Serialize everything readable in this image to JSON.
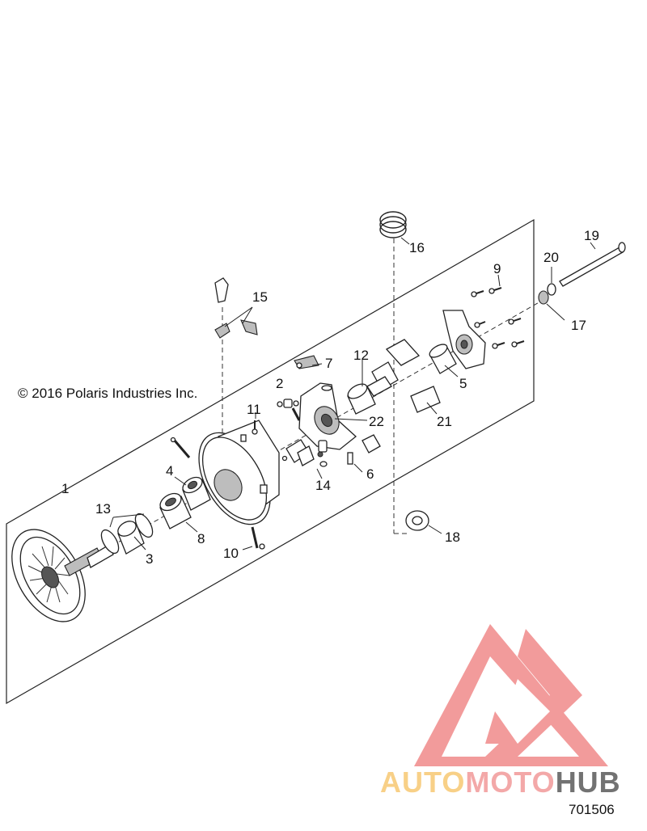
{
  "copyright": "© 2016 Polaris Industries Inc.",
  "figure_number": "701506",
  "watermark": {
    "part1": "AUTO",
    "part2": "MOTO",
    "part3": "HUB",
    "colors": {
      "triangle": "#f08a8a",
      "auto": "#f7c873",
      "moto": "#f29a9a",
      "hub": "#5a5a5a"
    }
  },
  "callouts": [
    "1",
    "2",
    "3",
    "4",
    "5",
    "6",
    "7",
    "8",
    "9",
    "10",
    "11",
    "12",
    "13",
    "14",
    "15",
    "16",
    "17",
    "18",
    "19",
    "20",
    "21",
    "22"
  ]
}
